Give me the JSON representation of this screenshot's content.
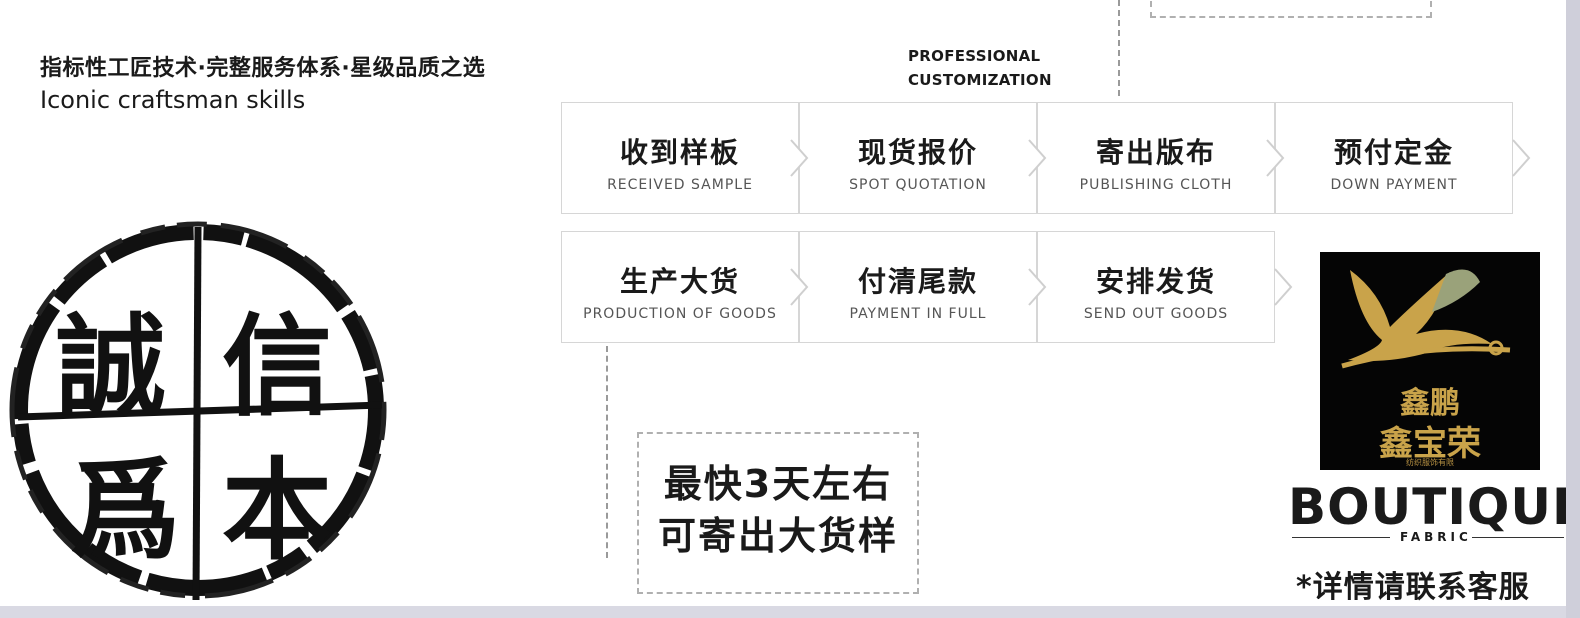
{
  "tagline": {
    "cn": "指标性工匠技术·完整服务体系·星级品质之选",
    "en": "Iconic craftsman skills"
  },
  "professional_label": [
    "PROFESSIONAL",
    "CUSTOMIZATION"
  ],
  "steps": [
    {
      "cn": "收到样板",
      "en": "RECEIVED SAMPLE"
    },
    {
      "cn": "现货报价",
      "en": "SPOT QUOTATION"
    },
    {
      "cn": "寄出版布",
      "en": "PUBLISHING CLOTH"
    },
    {
      "cn": "预付定金",
      "en": "DOWN PAYMENT"
    },
    {
      "cn": "生产大货",
      "en": "PRODUCTION OF GOODS"
    },
    {
      "cn": "付清尾款",
      "en": "PAYMENT IN FULL"
    },
    {
      "cn": "安排发货",
      "en": "SEND OUT GOODS"
    }
  ],
  "fast_note": [
    "最快3天左右",
    "可寄出大货样"
  ],
  "seal": {
    "chars": [
      "誠",
      "信",
      "爲",
      "本"
    ]
  },
  "logo": {
    "line1": "鑫鹏",
    "line2": "鑫宝荣",
    "small": "纺织服饰有限",
    "wordmark": "BOUTIQUE",
    "sub": "FABRIC",
    "colors": {
      "gold": "#c9a34a",
      "background": "#050505"
    }
  },
  "contact_note": "*详情请联系客服"
}
